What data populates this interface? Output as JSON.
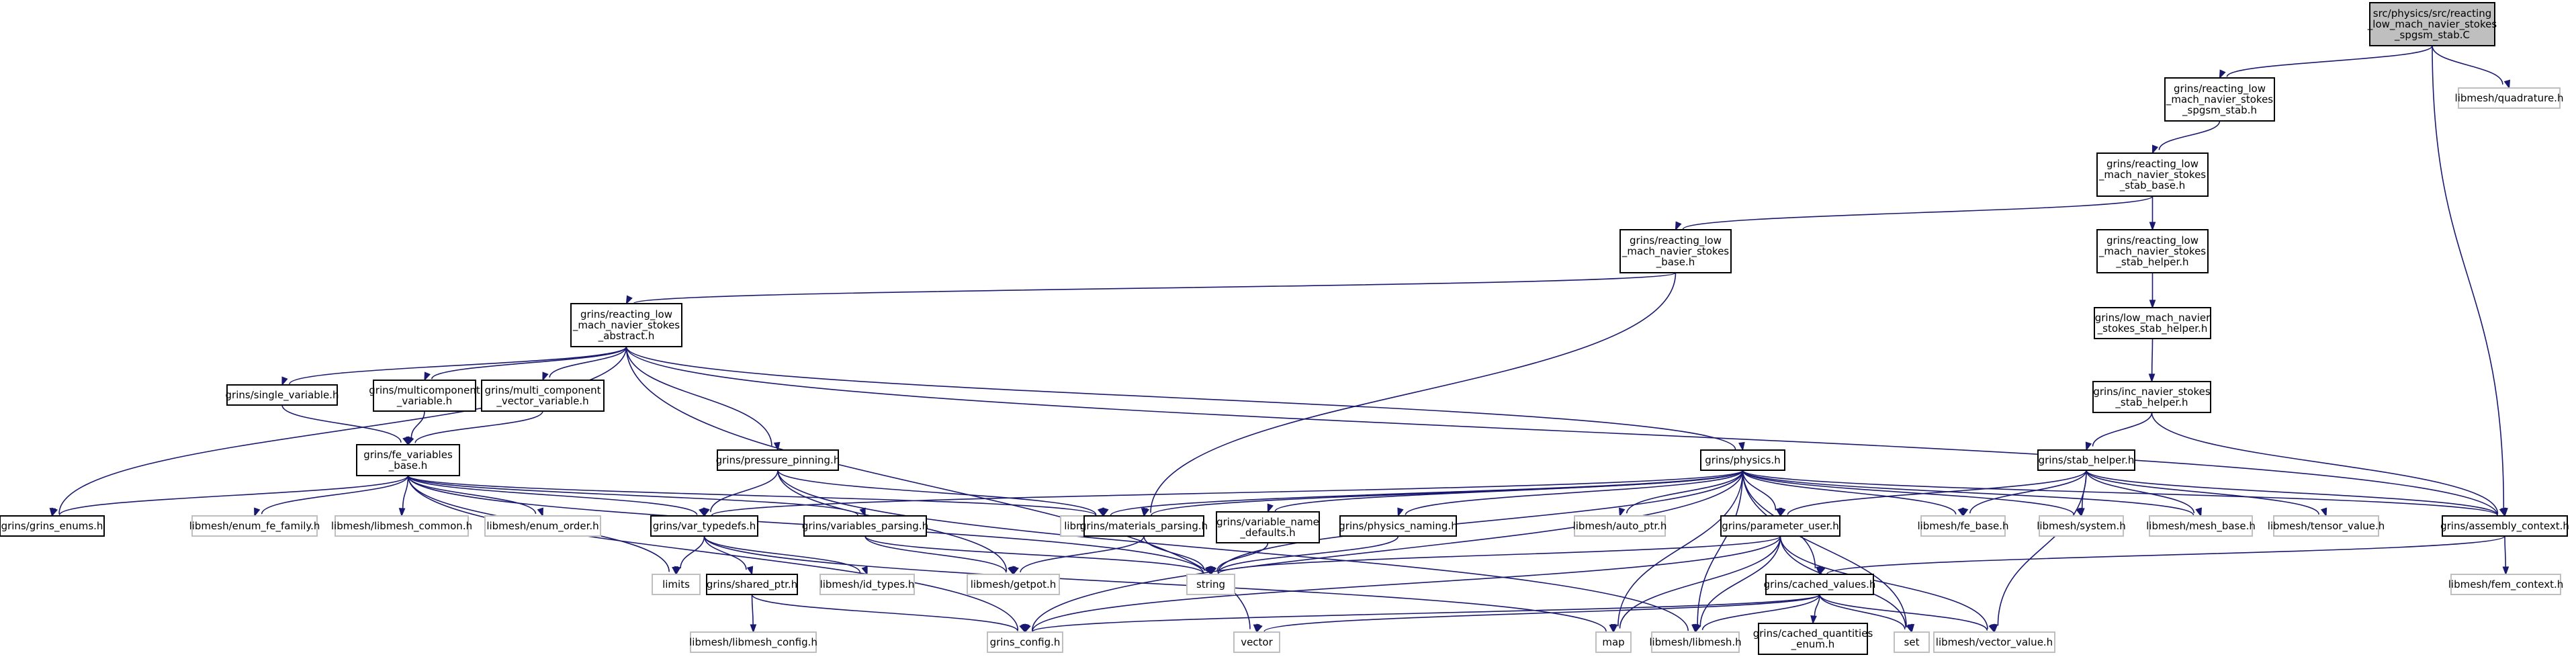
{
  "nodes": [
    {
      "id": "root",
      "lines": [
        "src/physics/src/reacting",
        "_low_mach_navier_stokes",
        "_spgsm_stab.C"
      ],
      "kind": "root"
    },
    {
      "id": "quad",
      "lines": [
        "libmesh/quadrature.h"
      ],
      "kind": "ext"
    },
    {
      "id": "spgsm_h",
      "lines": [
        "grins/reacting_low",
        "_mach_navier_stokes",
        "_spgsm_stab.h"
      ],
      "kind": "int"
    },
    {
      "id": "stab_base",
      "lines": [
        "grins/reacting_low",
        "_mach_navier_stokes",
        "_stab_base.h"
      ],
      "kind": "int"
    },
    {
      "id": "rl_base",
      "lines": [
        "grins/reacting_low",
        "_mach_navier_stokes",
        "_base.h"
      ],
      "kind": "int"
    },
    {
      "id": "rl_stab_helper",
      "lines": [
        "grins/reacting_low",
        "_mach_navier_stokes",
        "_stab_helper.h"
      ],
      "kind": "int"
    },
    {
      "id": "abstract",
      "lines": [
        "grins/reacting_low",
        "_mach_navier_stokes",
        "_abstract.h"
      ],
      "kind": "int"
    },
    {
      "id": "lm_stab_helper",
      "lines": [
        "grins/low_mach_navier",
        "_stokes_stab_helper.h"
      ],
      "kind": "int"
    },
    {
      "id": "inc_stab_helper",
      "lines": [
        "grins/inc_navier_stokes",
        "_stab_helper.h"
      ],
      "kind": "int"
    },
    {
      "id": "single_var",
      "lines": [
        "grins/single_variable.h"
      ],
      "kind": "int"
    },
    {
      "id": "multicomp_var",
      "lines": [
        "grins/multicomponent",
        "_variable.h"
      ],
      "kind": "int"
    },
    {
      "id": "multi_comp_vec",
      "lines": [
        "grins/multi_component",
        "_vector_variable.h"
      ],
      "kind": "int"
    },
    {
      "id": "fe_vars",
      "lines": [
        "grins/fe_variables",
        "_base.h"
      ],
      "kind": "int"
    },
    {
      "id": "pressure_pin",
      "lines": [
        "grins/pressure_pinning.h"
      ],
      "kind": "int"
    },
    {
      "id": "physics",
      "lines": [
        "grins/physics.h"
      ],
      "kind": "int"
    },
    {
      "id": "stab_helper",
      "lines": [
        "grins/stab_helper.h"
      ],
      "kind": "int"
    },
    {
      "id": "grins_enums",
      "lines": [
        "grins/grins_enums.h"
      ],
      "kind": "int"
    },
    {
      "id": "enum_fe_family",
      "lines": [
        "libmesh/enum_fe_family.h"
      ],
      "kind": "ext"
    },
    {
      "id": "libmesh_common",
      "lines": [
        "libmesh/libmesh_common.h"
      ],
      "kind": "ext"
    },
    {
      "id": "enum_order",
      "lines": [
        "libmesh/enum_order.h"
      ],
      "kind": "ext"
    },
    {
      "id": "var_typedefs",
      "lines": [
        "grins/var_typedefs.h"
      ],
      "kind": "int"
    },
    {
      "id": "vars_parsing",
      "lines": [
        "grins/variables_parsing.h"
      ],
      "kind": "int"
    },
    {
      "id": "point",
      "lines": [
        "libmesh/point.h"
      ],
      "kind": "ext"
    },
    {
      "id": "materials_parsing",
      "lines": [
        "grins/materials_parsing.h"
      ],
      "kind": "int"
    },
    {
      "id": "var_name_defaults",
      "lines": [
        "grins/variable_name",
        "_defaults.h"
      ],
      "kind": "int"
    },
    {
      "id": "physics_naming",
      "lines": [
        "grins/physics_naming.h"
      ],
      "kind": "int"
    },
    {
      "id": "auto_ptr",
      "lines": [
        "libmesh/auto_ptr.h"
      ],
      "kind": "ext"
    },
    {
      "id": "param_user",
      "lines": [
        "grins/parameter_user.h"
      ],
      "kind": "int"
    },
    {
      "id": "fe_base",
      "lines": [
        "libmesh/fe_base.h"
      ],
      "kind": "ext"
    },
    {
      "id": "system",
      "lines": [
        "libmesh/system.h"
      ],
      "kind": "ext"
    },
    {
      "id": "mesh_base",
      "lines": [
        "libmesh/mesh_base.h"
      ],
      "kind": "ext"
    },
    {
      "id": "tensor_value",
      "lines": [
        "libmesh/tensor_value.h"
      ],
      "kind": "ext"
    },
    {
      "id": "assembly_ctx",
      "lines": [
        "grins/assembly_context.h"
      ],
      "kind": "int"
    },
    {
      "id": "fem_context",
      "lines": [
        "libmesh/fem_context.h"
      ],
      "kind": "ext"
    },
    {
      "id": "limits",
      "lines": [
        "limits"
      ],
      "kind": "ext"
    },
    {
      "id": "shared_ptr",
      "lines": [
        "grins/shared_ptr.h"
      ],
      "kind": "int"
    },
    {
      "id": "id_types",
      "lines": [
        "libmesh/id_types.h"
      ],
      "kind": "ext"
    },
    {
      "id": "getpot",
      "lines": [
        "libmesh/getpot.h"
      ],
      "kind": "ext"
    },
    {
      "id": "string",
      "lines": [
        "string"
      ],
      "kind": "ext"
    },
    {
      "id": "cached_values",
      "lines": [
        "grins/cached_values.h"
      ],
      "kind": "int"
    },
    {
      "id": "libmesh_config",
      "lines": [
        "libmesh/libmesh_config.h"
      ],
      "kind": "ext"
    },
    {
      "id": "grins_config",
      "lines": [
        "grins_config.h"
      ],
      "kind": "ext"
    },
    {
      "id": "vector",
      "lines": [
        "vector"
      ],
      "kind": "ext"
    },
    {
      "id": "map",
      "lines": [
        "map"
      ],
      "kind": "ext"
    },
    {
      "id": "libmesh_h",
      "lines": [
        "libmesh/libmesh.h"
      ],
      "kind": "ext"
    },
    {
      "id": "cached_qty_enum",
      "lines": [
        "grins/cached_quantities",
        "_enum.h"
      ],
      "kind": "int"
    },
    {
      "id": "set",
      "lines": [
        "set"
      ],
      "kind": "ext"
    },
    {
      "id": "vector_value",
      "lines": [
        "libmesh/vector_value.h"
      ],
      "kind": "ext"
    }
  ]
}
